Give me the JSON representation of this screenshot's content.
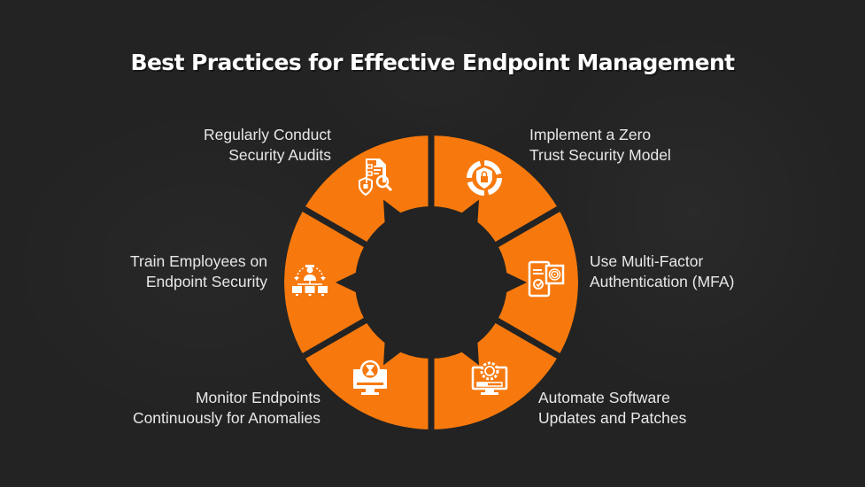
{
  "title": "Best Practices for Effective Endpoint Management",
  "colors": {
    "background": "#232323",
    "segment": "#F7790D",
    "hub": "#232323",
    "text": "#E8E8E8",
    "icon": "#FFFFFF"
  },
  "practices": [
    {
      "position": "top-right",
      "line1": "Implement a Zero",
      "line2": "Trust Security Model",
      "icon": "zero-trust-shield-lock-icon"
    },
    {
      "position": "right",
      "line1": "Use Multi-Factor",
      "line2": "Authentication (MFA)",
      "icon": "mfa-phone-fingerprint-icon"
    },
    {
      "position": "bottom-right",
      "line1": "Automate Software",
      "line2": "Updates and Patches",
      "icon": "monitor-gear-update-icon"
    },
    {
      "position": "bottom-left",
      "line1": "Monitor Endpoints",
      "line2": "Continuously for Anomalies",
      "icon": "monitor-hourglass-icon"
    },
    {
      "position": "left",
      "line1": "Train Employees on",
      "line2": "Endpoint Security",
      "icon": "trainer-network-icon"
    },
    {
      "position": "top-left",
      "line1": "Regularly Conduct",
      "line2": "Security Audits",
      "icon": "audit-document-magnifier-icon"
    }
  ]
}
